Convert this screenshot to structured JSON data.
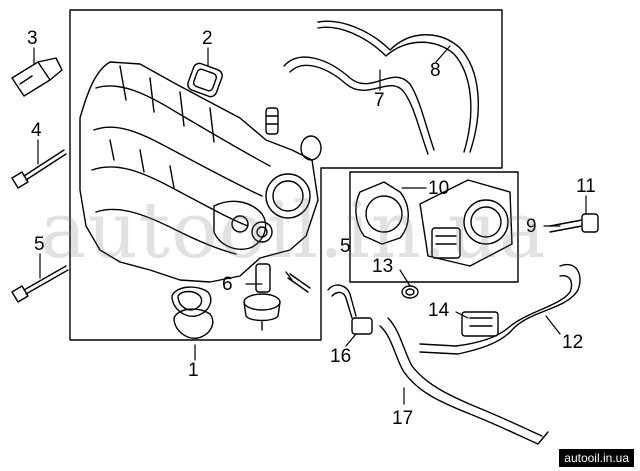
{
  "watermark": "autooil.in.ua",
  "footer_url": "autoоil.in.ua",
  "callouts": [
    {
      "id": "1",
      "label": "1"
    },
    {
      "id": "2",
      "label": "2"
    },
    {
      "id": "3",
      "label": "3"
    },
    {
      "id": "4",
      "label": "4"
    },
    {
      "id": "5a",
      "label": "5"
    },
    {
      "id": "5b",
      "label": "5"
    },
    {
      "id": "6",
      "label": "6"
    },
    {
      "id": "7",
      "label": "7"
    },
    {
      "id": "8",
      "label": "8"
    },
    {
      "id": "9",
      "label": "9"
    },
    {
      "id": "10",
      "label": "10"
    },
    {
      "id": "11",
      "label": "11"
    },
    {
      "id": "12",
      "label": "12"
    },
    {
      "id": "13",
      "label": "13"
    },
    {
      "id": "14",
      "label": "14"
    },
    {
      "id": "16",
      "label": "16"
    },
    {
      "id": "17",
      "label": "17"
    }
  ]
}
